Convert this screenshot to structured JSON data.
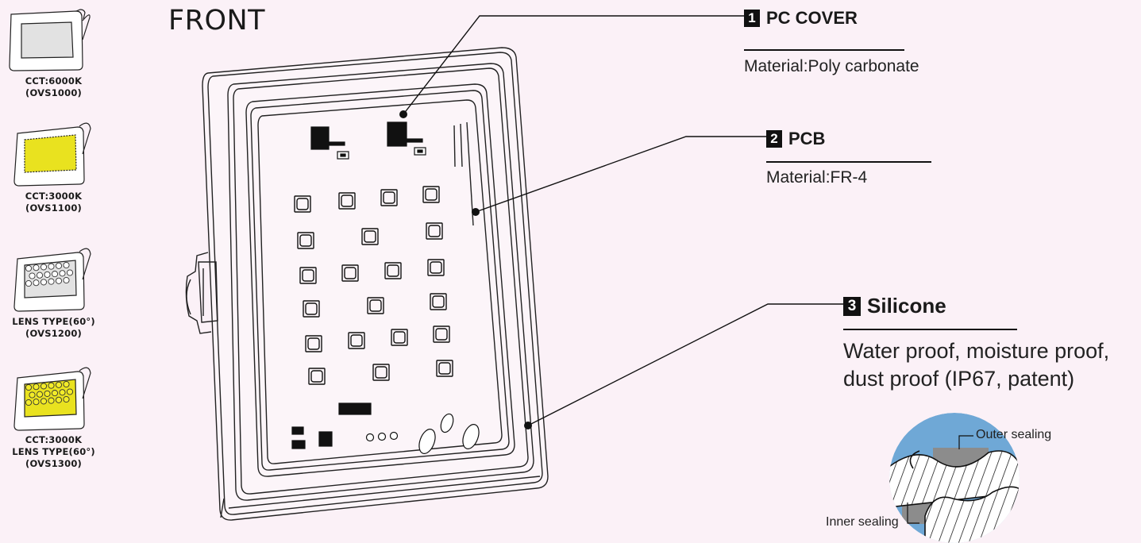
{
  "title": "FRONT",
  "variants": [
    {
      "line1": "CCT:6000K",
      "line2": "(OVS1000)",
      "line3": ""
    },
    {
      "line1": "CCT:3000K",
      "line2": "(OVS1100)",
      "line3": ""
    },
    {
      "line1": "LENS TYPE(60°)",
      "line2": "(OVS1200)",
      "line3": ""
    },
    {
      "line1": "CCT:3000K",
      "line2": "LENS TYPE(60°)",
      "line3": "(OVS1300)"
    }
  ],
  "callouts": [
    {
      "number": "1",
      "label": "PC COVER",
      "description": "Material:Poly carbonate"
    },
    {
      "number": "2",
      "label": "PCB",
      "description": "Material:FR-4"
    },
    {
      "number": "3",
      "label": "Silicone",
      "description_line1": "Water proof, moisture proof,",
      "description_line2": "dust proof (IP67, patent)"
    }
  ],
  "sealing": {
    "outer": "Outer sealing",
    "inner": "Inner sealing"
  },
  "colors": {
    "background": "#fbf1f7",
    "cover_gray": "#e2e2e2",
    "warm_yellow": "#e9e21f",
    "seal_blue": "#6fa8d6",
    "seal_gray": "#8c8c8c"
  }
}
